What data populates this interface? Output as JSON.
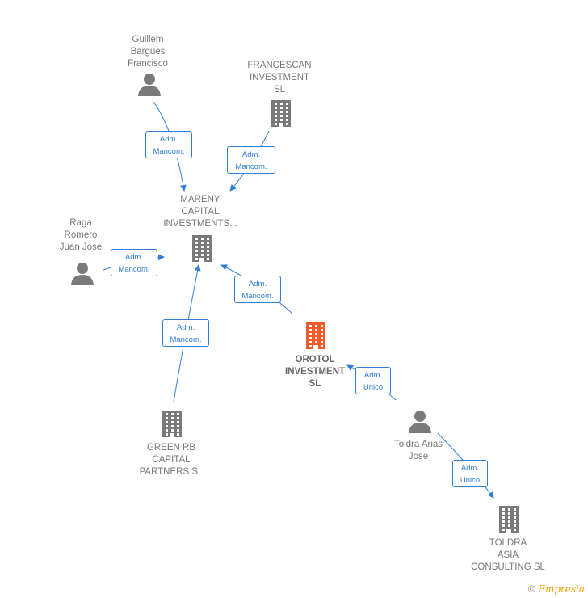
{
  "nodes": {
    "guillem": {
      "label": "Guillem\nBargues\nFrancisco",
      "type": "person"
    },
    "francescan": {
      "label": "FRANCESCAN\nINVESTMENT\nSL",
      "type": "company"
    },
    "mareny": {
      "label": "MARENY\nCAPITAL\nINVESTMENTS...",
      "type": "company"
    },
    "raga": {
      "label": "Raga\nRomero\nJuan Jose",
      "type": "person"
    },
    "orotol": {
      "label": "OROTOL\nINVESTMENT\nSL",
      "type": "company",
      "highlight": true
    },
    "greenrb": {
      "label": "GREEN RB\nCAPITAL\nPARTNERS  SL",
      "type": "company"
    },
    "toldra_jose": {
      "label": "Toldra Arias\nJose",
      "type": "person"
    },
    "toldra_asia": {
      "label": "TOLDRA\nASIA\nCONSULTING SL",
      "type": "company"
    }
  },
  "edges": [
    {
      "from": "guillem",
      "to": "mareny",
      "label": "Adm.\nMancom."
    },
    {
      "from": "francescan",
      "to": "mareny",
      "label": "Adm.\nMancom."
    },
    {
      "from": "raga",
      "to": "mareny",
      "label": "Adm.\nMancom."
    },
    {
      "from": "orotol",
      "to": "mareny",
      "label": "Adm.\nMancom."
    },
    {
      "from": "greenrb",
      "to": "mareny",
      "label": "Adm.\nMancom."
    },
    {
      "from": "toldra_jose",
      "to": "orotol",
      "label": "Adm.\nUnico"
    },
    {
      "from": "toldra_jose",
      "to": "toldra_asia",
      "label": "Adm.\nUnico"
    }
  ],
  "colors": {
    "edge": "#2f7ed8",
    "icon": "#7a7a7a",
    "highlight": "#f15a29"
  },
  "icons": {
    "person": "person-icon",
    "company": "building-icon"
  },
  "footer": {
    "copyright": "©",
    "brand": "Empresia"
  }
}
